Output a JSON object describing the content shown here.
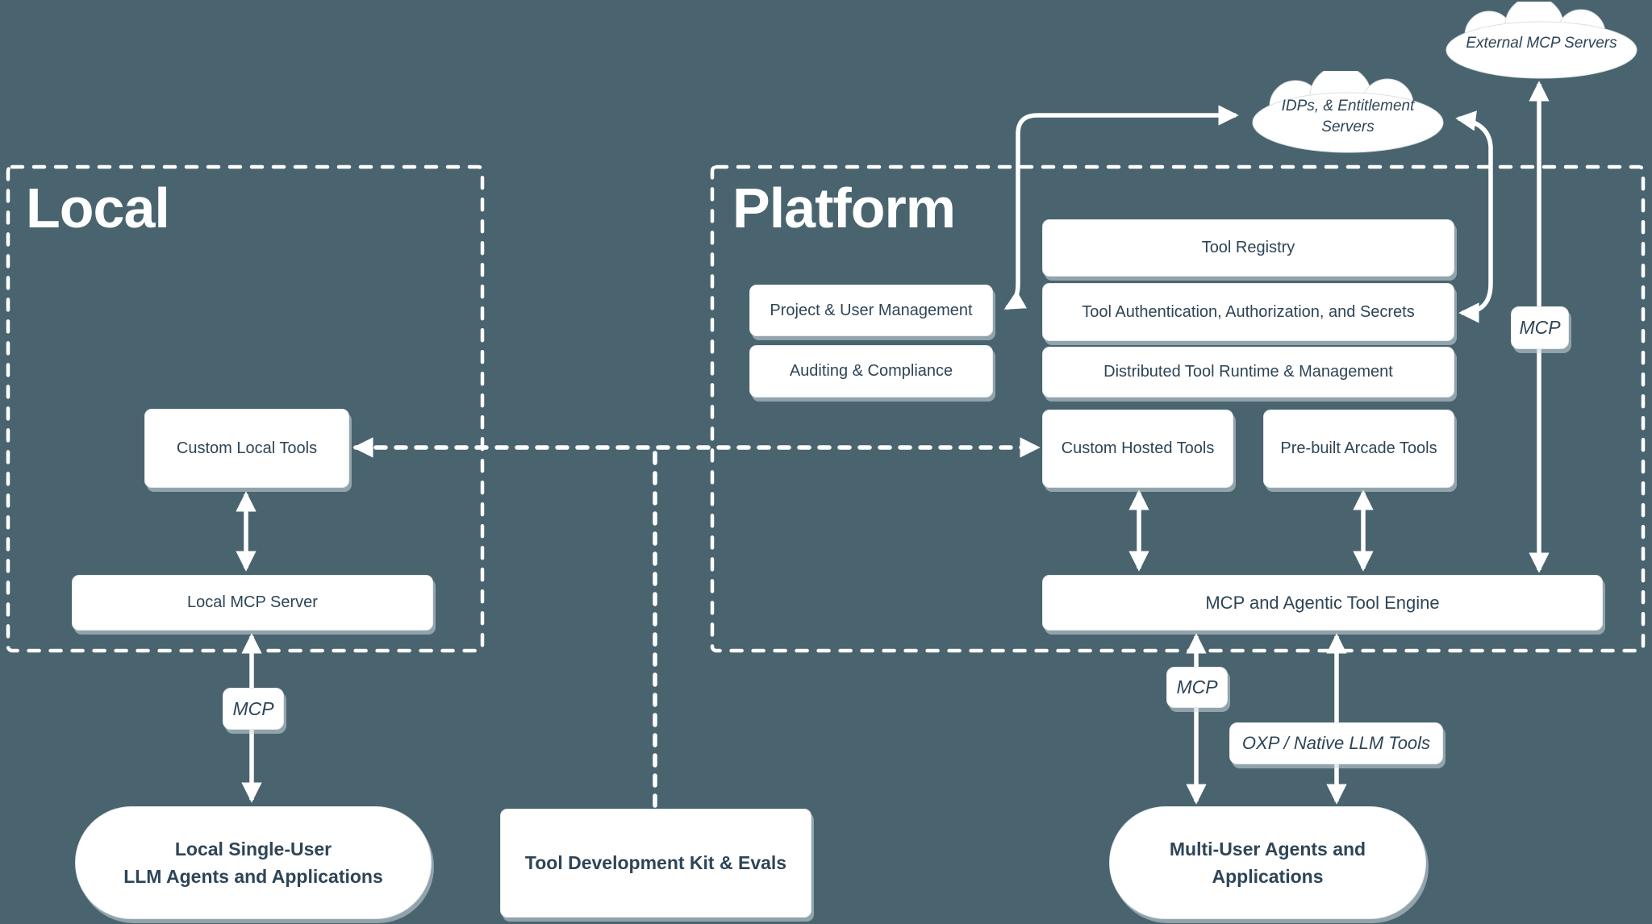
{
  "colors": {
    "background": "#49646f",
    "shape_fill": "#ffffff",
    "shape_text": "#2e4557",
    "line": "#ffffff",
    "frame_title": "#ffffff"
  },
  "frames": {
    "local": {
      "title": "Local"
    },
    "platform": {
      "title": "Platform"
    }
  },
  "nodes": {
    "custom_local_tools": {
      "label": "Custom Local Tools"
    },
    "local_mcp_server": {
      "label": "Local MCP Server"
    },
    "tool_registry": {
      "label": "Tool Registry"
    },
    "project_user_mgmt": {
      "label": "Project & User Management"
    },
    "tool_auth": {
      "label": "Tool Authentication, Authorization, and Secrets"
    },
    "auditing_compliance": {
      "label": "Auditing & Compliance"
    },
    "distributed_runtime": {
      "label": "Distributed Tool Runtime & Management"
    },
    "custom_hosted_tools": {
      "label": "Custom Hosted Tools"
    },
    "prebuilt_arcade_tools": {
      "label": "Pre-built Arcade Tools"
    },
    "mcp_engine": {
      "label": "MCP and Agentic Tool Engine"
    },
    "tool_dev_kit": {
      "label": "Tool Development Kit & Evals"
    }
  },
  "stadiums": {
    "local_agents": {
      "line1": "Local Single-User",
      "line2": "LLM Agents and Applications"
    },
    "multi_user_agents": {
      "line1": "Multi-User Agents and",
      "line2": "Applications"
    }
  },
  "labels": {
    "mcp_local": "MCP",
    "mcp_platform_right": "MCP",
    "mcp_platform_bottom": "MCP",
    "oxp": "OXP / Native LLM Tools"
  },
  "clouds": {
    "idps": {
      "line1": "IDPs, & Entitlement",
      "line2": "Servers"
    },
    "external_mcp": {
      "label": "External MCP Servers"
    }
  },
  "connectors": [
    {
      "from": "custom-hosted-tools",
      "to": "custom-local-tools",
      "style": "dashed",
      "arrows": "both"
    },
    {
      "from": "dashed-bridge",
      "to": "tool-development-kit",
      "style": "dashed",
      "arrows": "none"
    },
    {
      "from": "custom-local-tools",
      "to": "local-mcp-server",
      "style": "solid",
      "arrows": "both"
    },
    {
      "from": "local-mcp-server",
      "to": "local-single-user-agents",
      "via": "MCP",
      "style": "solid",
      "arrows": "both"
    },
    {
      "from": "project-user-management",
      "to": "idps-entitlement-cloud",
      "style": "solid",
      "arrows": "both"
    },
    {
      "from": "idps-entitlement-cloud",
      "to": "tool-authentication",
      "style": "solid",
      "arrows": "both"
    },
    {
      "from": "external-mcp-cloud",
      "to": "mcp-engine",
      "via": "MCP",
      "style": "solid",
      "arrows": "both"
    },
    {
      "from": "custom-hosted-tools",
      "to": "mcp-engine",
      "style": "solid",
      "arrows": "both"
    },
    {
      "from": "prebuilt-arcade-tools",
      "to": "mcp-engine",
      "style": "solid",
      "arrows": "both"
    },
    {
      "from": "mcp-engine",
      "to": "multi-user-agents",
      "via": "MCP",
      "style": "solid",
      "arrows": "both"
    },
    {
      "from": "mcp-engine",
      "to": "multi-user-agents",
      "via": "OXP / Native LLM Tools",
      "style": "solid",
      "arrows": "both"
    }
  ]
}
